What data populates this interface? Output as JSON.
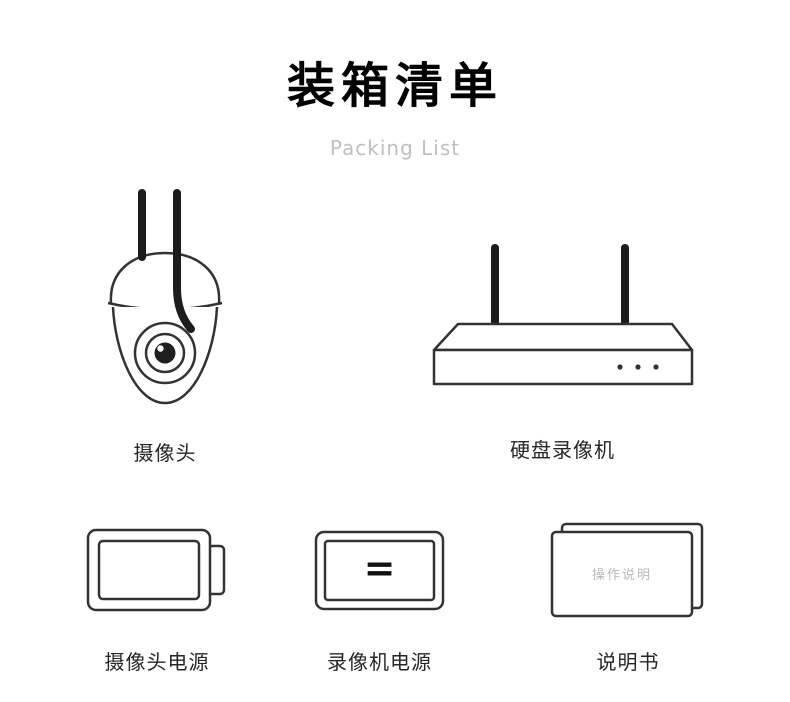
{
  "page": {
    "title": "装箱清单",
    "subtitle": "Packing List"
  },
  "items": {
    "camera": {
      "label": "摄像头"
    },
    "nvr": {
      "label": "硬盘录像机"
    },
    "camera_power": {
      "label": "摄像头电源"
    },
    "nvr_power": {
      "label": "录像机电源",
      "symbol": "="
    },
    "manual": {
      "label": "说明书",
      "cover_text": "操作说明"
    }
  },
  "colors": {
    "background": "#ffffff",
    "outline": "#333333",
    "antenna": "#1c1c1c",
    "title_text": "#000000",
    "subtitle_text": "#bfbfbf",
    "label_text": "#262626",
    "cover_text": "#b9b9b9"
  }
}
